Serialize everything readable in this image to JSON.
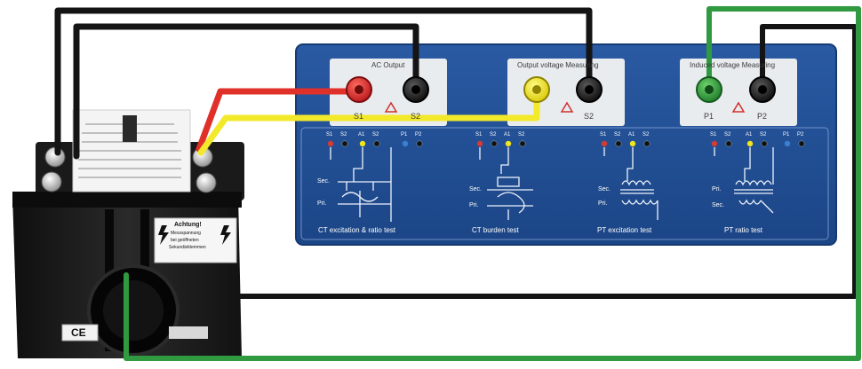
{
  "panel": {
    "sections": {
      "ac_output": {
        "title": "AC Output",
        "terminals": [
          "S1",
          "S2"
        ]
      },
      "output_voltage": {
        "title": "Output voltage Measuring",
        "terminals": [
          "S2"
        ]
      },
      "induced_voltage": {
        "title": "Induced voltage Measuring",
        "terminals": [
          "P1",
          "P2"
        ]
      }
    },
    "schematics": [
      {
        "caption": "CT  excitation & ratio  test",
        "labels": [
          "Sec.",
          "Pri."
        ],
        "jacks": [
          "S1",
          "S2",
          "A1",
          "S2",
          "P1",
          "P2"
        ]
      },
      {
        "caption": "CT  burden test",
        "labels": [
          "Sec.",
          "Pri."
        ],
        "jacks": [
          "S1",
          "S2",
          "A1",
          "S2"
        ]
      },
      {
        "caption": "PT excitation  test",
        "labels": [
          "Sec.",
          "Pri."
        ],
        "jacks": [
          "S1",
          "S2",
          "A1",
          "S2"
        ]
      },
      {
        "caption": "PT ratio  test",
        "labels": [
          "Pri.",
          "Sec."
        ],
        "jacks": [
          "S1",
          "S2",
          "A1",
          "S2",
          "P1",
          "P2"
        ]
      }
    ]
  },
  "transformer": {
    "warning": [
      "Achtung!",
      "Messspannung",
      "bei geöffneten",
      "Sekundärklemmen"
    ],
    "ce_mark": "CE"
  },
  "colors": {
    "panel_blue": "#1f4f95",
    "wire_black": "#141414",
    "wire_red": "#e0302a",
    "wire_yellow": "#f3e92b",
    "wire_green": "#2f9a3f"
  }
}
